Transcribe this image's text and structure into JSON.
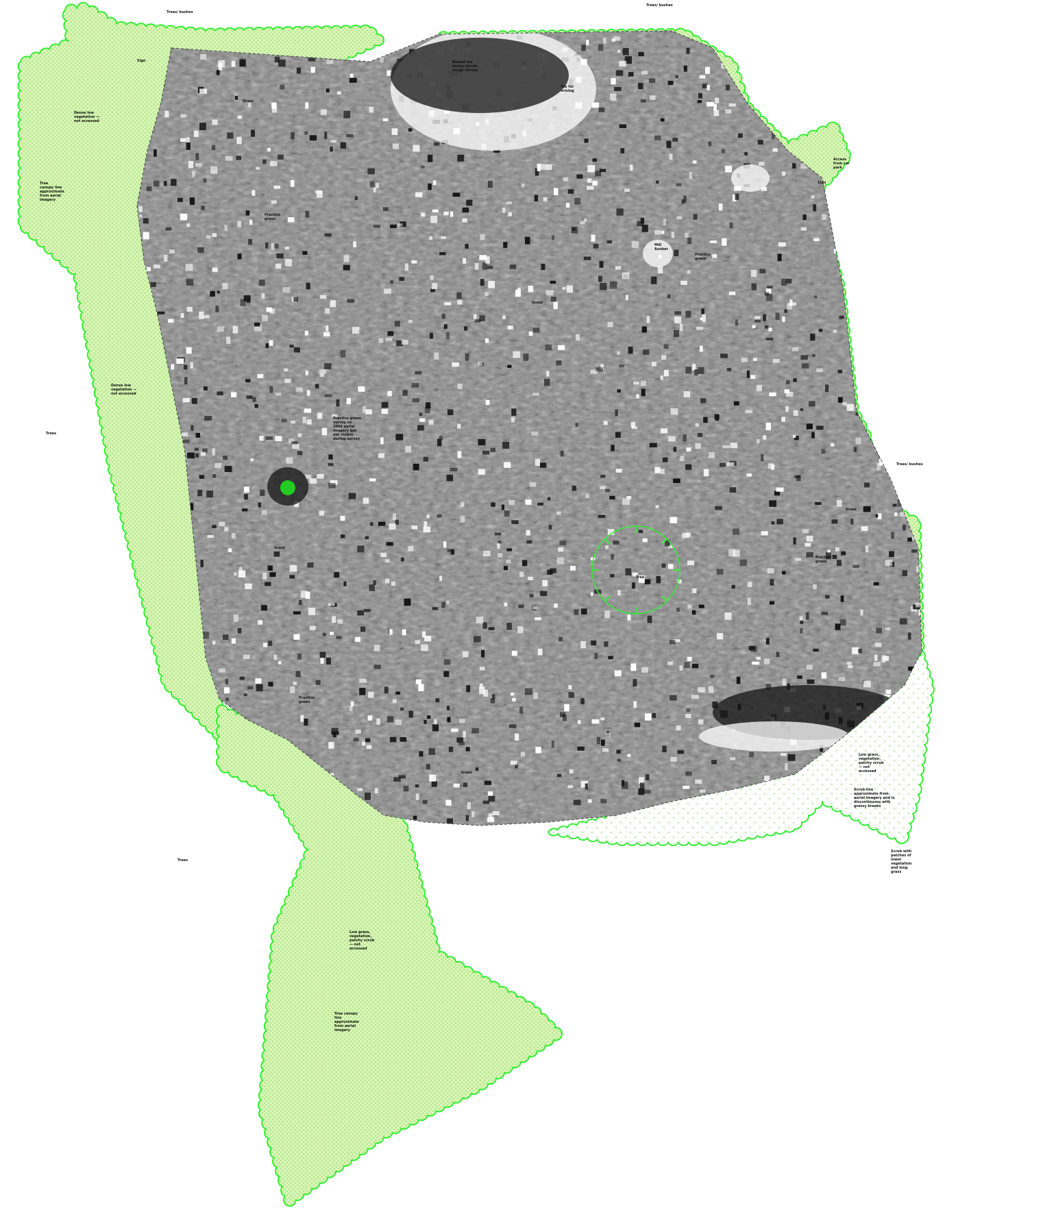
{
  "colors": {
    "vegetation_outline": "#33ee33",
    "vegetation_fill": "#d7f5b4",
    "vegetation_dots": "#7fcf57",
    "survey_dark": "#141414",
    "survey_mid": "#888888",
    "survey_light": "#ffffff",
    "marker_fill": "#22cc22",
    "boundary_line": "#444444"
  },
  "labels": {
    "trees_bushes_top_left": "Trees/ bushes",
    "trees_bushes_top_right": "Trees/ bushes",
    "trees_bushes_right": "Trees/ bushes",
    "sign_top": "Sign",
    "sign_right": "Sign",
    "dense_low_vegetation_top": "Dense low vegetation — not accessed",
    "tree_canopy_left": "Tree canopy line approximate from aerial imagery",
    "dense_low_vegetation_mid": "Dense low vegetation — not accessed",
    "trees_left": "Trees",
    "trees_bottom": "Trees",
    "grass_top": "Grass",
    "grass_center": "Grass",
    "grass_left": "Grass",
    "grass_right": "Grass",
    "grass_bottom": "Grass",
    "practice_green_1": "Practice green",
    "practice_green_2": "Practice green",
    "practice_green_3": "Practice green",
    "practice_green_4": "Practice green",
    "practice_green_survey": "Practice green survey on 2004 aerial imagery but not visible during survey",
    "raised_tee": "Raised tee heavy shrubs rough shrubs",
    "tee_driving": "Tee for driving",
    "mill_bunker": "Mill Bunker",
    "tree": "Tree",
    "access_from_car_park": "Access from car park",
    "low_grass_right": "Low grass, vegetation, patchy scrub — not accessed",
    "scrub_line": "Scrub line approximate from aerial imagery and is discontinuous with grassy breaks",
    "scrub_patches": "Scrub with patches of lower vegetation and long grass",
    "low_grass_bottom": "Low grass, vegetation, patchy scrub — not accessed",
    "tree_canopy_bottom": "Tree canopy line approximate from aerial imagery"
  }
}
